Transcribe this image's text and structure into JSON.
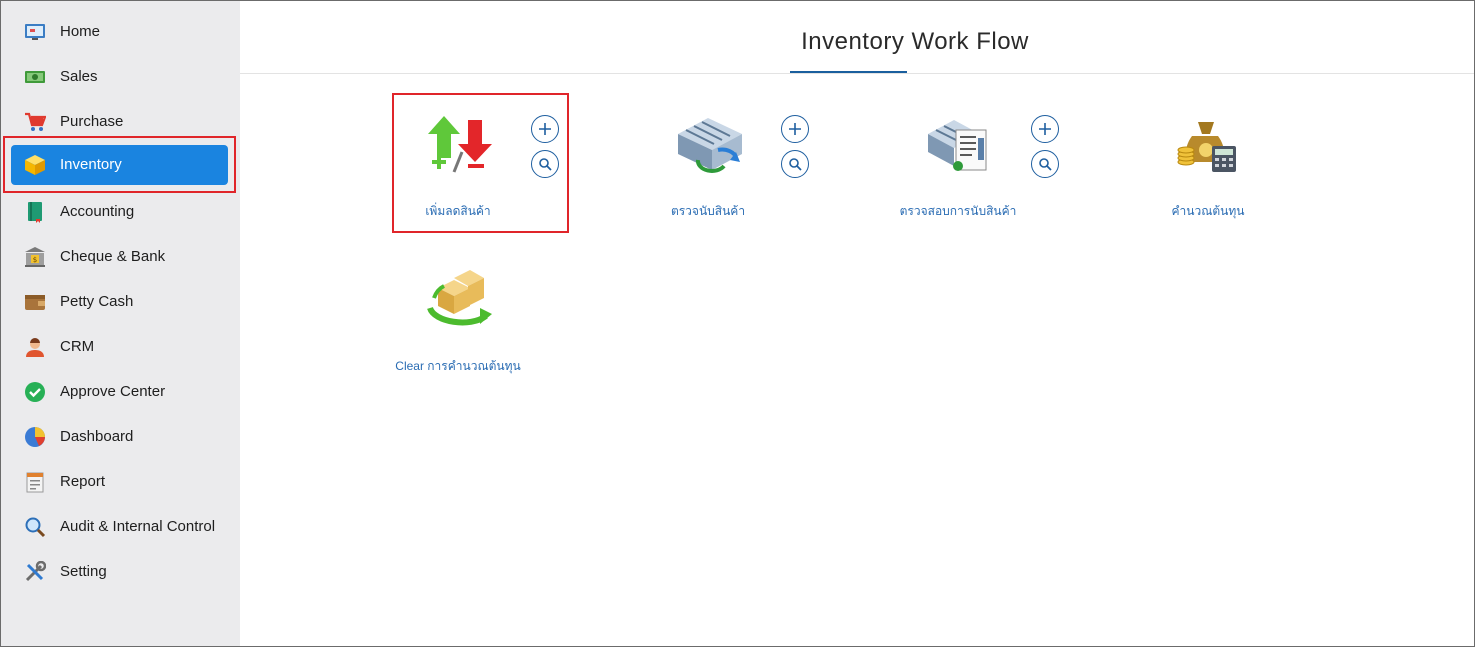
{
  "sidebar": {
    "items": [
      {
        "label": "Home",
        "icon": "home-icon"
      },
      {
        "label": "Sales",
        "icon": "sales-icon"
      },
      {
        "label": "Purchase",
        "icon": "cart-icon"
      },
      {
        "label": "Inventory",
        "icon": "box-icon",
        "active": true
      },
      {
        "label": "Accounting",
        "icon": "book-icon"
      },
      {
        "label": "Cheque & Bank",
        "icon": "bank-icon"
      },
      {
        "label": "Petty Cash",
        "icon": "wallet-icon"
      },
      {
        "label": "CRM",
        "icon": "people-icon"
      },
      {
        "label": "Approve Center",
        "icon": "check-circle-icon"
      },
      {
        "label": "Dashboard",
        "icon": "pie-chart-icon"
      },
      {
        "label": "Report",
        "icon": "report-icon"
      },
      {
        "label": "Audit & Internal Control",
        "icon": "magnifier-icon"
      },
      {
        "label": "Setting",
        "icon": "tools-icon"
      }
    ]
  },
  "main": {
    "title": "Inventory Work Flow",
    "workflow": [
      {
        "label": "เพิ่มลดสินค้า",
        "icon": "stock-adjust-icon",
        "has_actions": true
      },
      {
        "label": "ตรวจนับสินค้า",
        "icon": "stock-count-icon",
        "has_actions": true
      },
      {
        "label": "ตรวจสอบการนับสินค้า",
        "icon": "count-verify-icon",
        "has_actions": true
      },
      {
        "label": "คำนวณต้นทุน",
        "icon": "cost-calc-icon",
        "has_actions": false
      },
      {
        "label": "Clear การคำนวณต้นทุน",
        "icon": "clear-cost-icon",
        "has_actions": false
      }
    ]
  },
  "colors": {
    "accent": "#1a84e0",
    "highlight": "#e0252a",
    "link": "#2a6cb3",
    "sidebar_bg": "#ebebed"
  }
}
